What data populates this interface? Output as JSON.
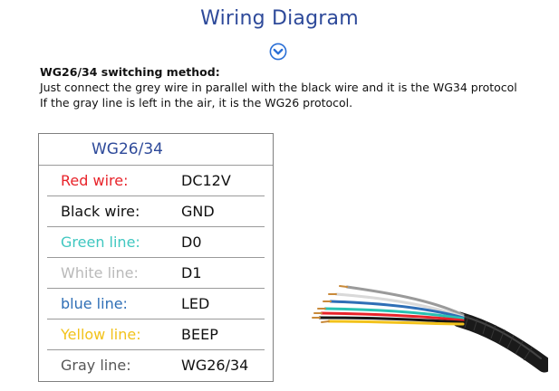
{
  "page": {
    "title": "Wiring Diagram",
    "expand_icon": "chevron-down-circle-icon"
  },
  "method": {
    "heading": "WG26/34 switching method:",
    "line1": "Just connect the grey wire in parallel with the black wire and it is the WG34 protocol",
    "line2": "If the gray line is left in the air, it is the WG26 protocol."
  },
  "table": {
    "header": "WG26/34",
    "rows": [
      {
        "label": "Red wire:",
        "value": "DC12V",
        "color": "#e8232a"
      },
      {
        "label": "Black wire:",
        "value": "GND",
        "color": "#111111"
      },
      {
        "label": "Green line:",
        "value": "D0",
        "color": "#3fc7c0"
      },
      {
        "label": "White line:",
        "value": "D1",
        "color": "#b9b9b9"
      },
      {
        "label": "blue line:",
        "value": "LED",
        "color": "#2f6fb6"
      },
      {
        "label": "Yellow line:",
        "value": "BEEP",
        "color": "#f2c21b"
      },
      {
        "label": "Gray line:",
        "value": "WG26/34",
        "color": "#555555"
      }
    ]
  },
  "colors": {
    "title": "#2e4a9a",
    "badge": "#2a6fd6",
    "border": "#7f7f7f"
  }
}
